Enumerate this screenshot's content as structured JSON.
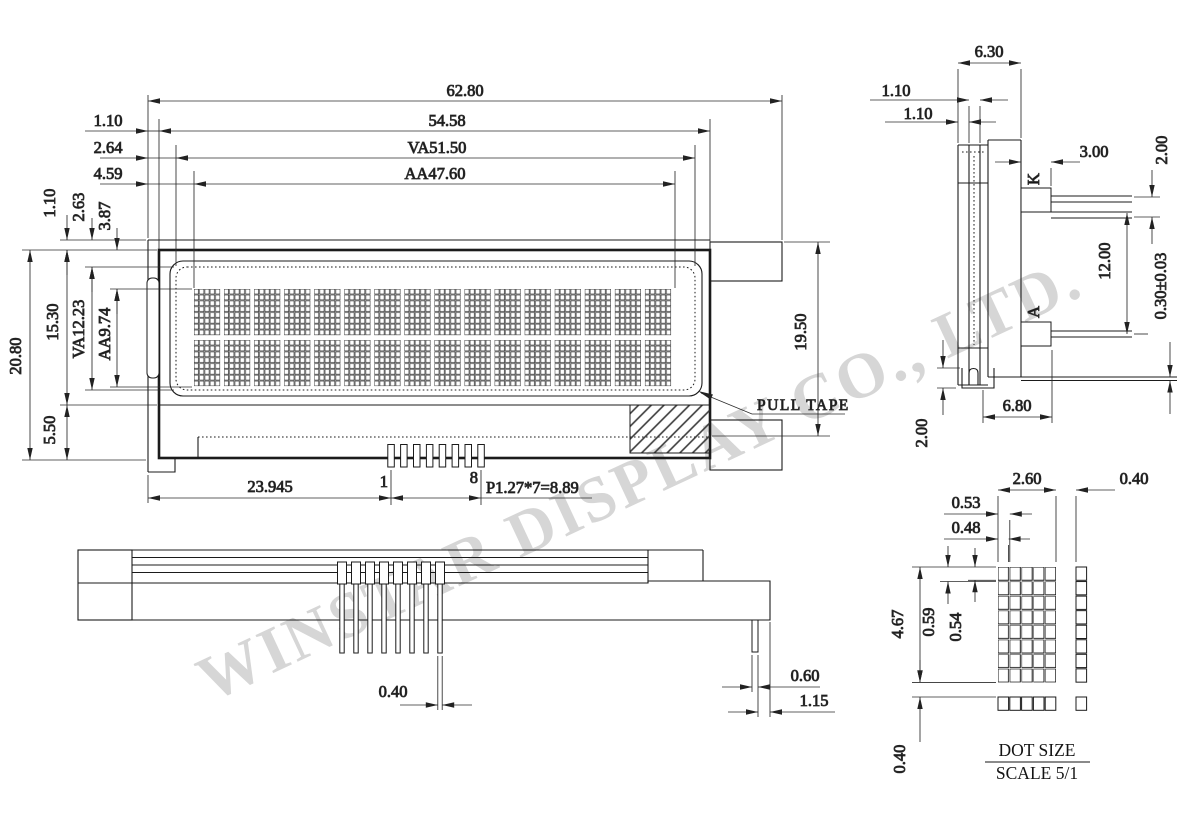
{
  "watermark": "WINSTAR DISPLAY CO., LTD.",
  "front": {
    "total_width": "62.80",
    "bezel_width": "54.58",
    "va_width": "VA51.50",
    "aa_width": "AA47.60",
    "bezel_offset_x": "1.10",
    "va_offset_x": "2.64",
    "aa_offset_x": "4.59",
    "bezel_offset_y": "1.10",
    "va_offset_y": "2.63",
    "aa_offset_y": "3.87",
    "total_height": "20.80",
    "bezel_height": "15.30",
    "va_height": "VA12.23",
    "aa_height": "AA9.74",
    "bottom_height": "5.50",
    "pin1_offset": "23.945",
    "pin_pitch": "P1.27*7=8.89",
    "pin_first": "1",
    "pin_last": "8",
    "right_height": "19.50",
    "pull_tape": "PULL TAPE"
  },
  "side": {
    "thickness": "6.30",
    "glass_upper": "1.10",
    "glass_lower": "1.10",
    "pin_length": "3.00",
    "pin_gap": "2.00",
    "k_to_a": "12.00",
    "tape_thickness": "0.30±0.03",
    "bottom_width": "6.80",
    "clip_height": "2.00",
    "cathode": "K",
    "anode": "A"
  },
  "bottom": {
    "pin_width": "0.40",
    "end_pin_width": "0.60",
    "end_pin_offset": "1.15"
  },
  "detail": {
    "cell_width": "2.60",
    "col_gap": "0.40",
    "dot_pitch_x": "0.53",
    "dot_width": "0.48",
    "cell_height": "4.67",
    "dot_pitch_y": "0.59",
    "dot_height": "0.54",
    "row_gap": "0.40",
    "title": "DOT SIZE",
    "scale_label": "SCALE 5/1"
  }
}
